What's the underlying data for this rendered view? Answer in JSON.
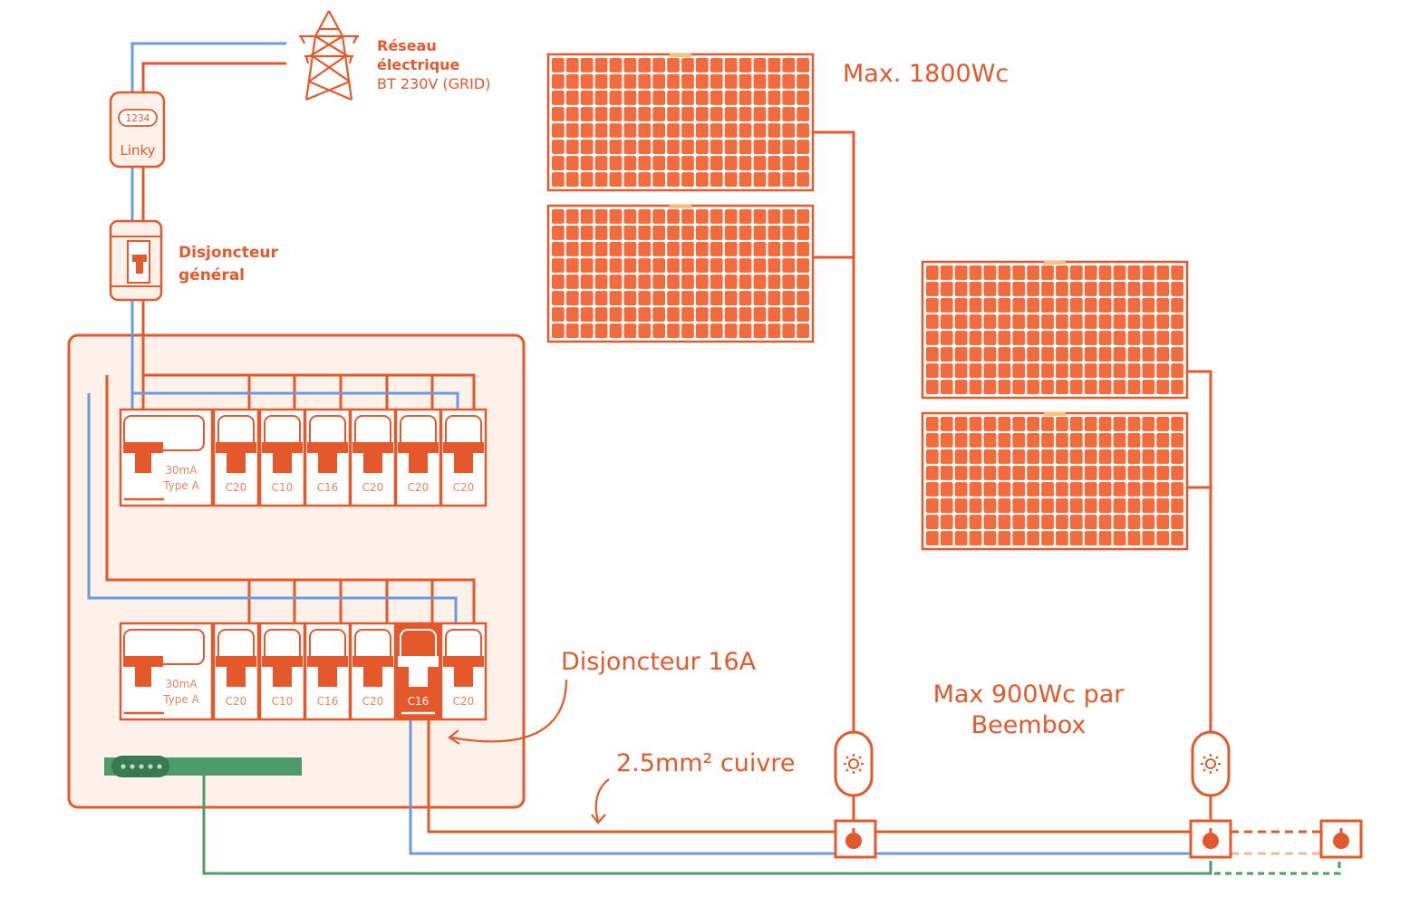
{
  "colors": {
    "accent": "#e4582b",
    "panel_fill": "#f36a3c",
    "board_bg": "#fdf1ea",
    "phase": "#e4582b",
    "neutral": "#6a9be0",
    "earth": "#4f9a6a",
    "light_accent": "#f2b89c"
  },
  "grid": {
    "label_line1": "Réseau",
    "label_line2": "électrique",
    "label_line3": "BT 230V (GRID)",
    "icon": "pylon-icon"
  },
  "meter": {
    "digits": "1234",
    "label": "Linky"
  },
  "main_breaker": {
    "label_line1": "Disjoncteur",
    "label_line2": "général"
  },
  "board": {
    "row1": {
      "rcd": {
        "line1": "30mA",
        "line2": "Type A"
      },
      "breakers": [
        "C20",
        "C10",
        "C16",
        "C20",
        "C20",
        "C20"
      ]
    },
    "row2": {
      "rcd": {
        "line1": "30mA",
        "line2": "Type A"
      },
      "breakers": [
        "C20",
        "C10",
        "C16",
        "C20",
        "C16",
        "C20"
      ]
    }
  },
  "annotations": {
    "max_total": "Max. 1800Wc",
    "breaker_16a": "Disjoncteur 16A",
    "cable": "2.5mm² cuivre",
    "per_box_line1": "Max 900Wc par",
    "per_box_line2": "Beembox"
  }
}
